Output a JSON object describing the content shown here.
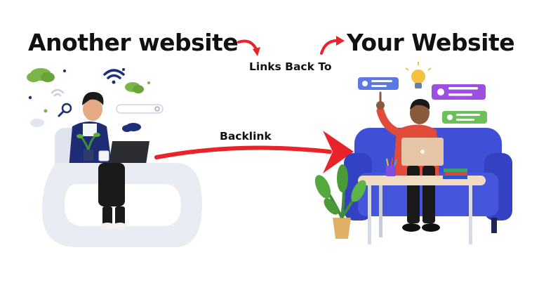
{
  "headings": {
    "left": "Another website",
    "right": "Your Website"
  },
  "labels": {
    "links_back_to": "Links Back To",
    "backlink": "Backlink"
  },
  "colors": {
    "arrow_red": "#e8232a",
    "sofa_blue": "#3f4fd6",
    "card_blue": "#5a79e6",
    "card_purple": "#9d4fe0",
    "card_green": "#6cc05a",
    "desk_white": "#eef0f4",
    "cloud_green": "#7ab648",
    "wifi_navy": "#1f2e7a",
    "shirt_red": "#e04b3a",
    "shirt_navy": "#1d2c74"
  },
  "icons": [
    "cloud-icon",
    "wifi-icon",
    "search-bar-icon",
    "magnifier-icon",
    "lightbulb-icon",
    "user-card-icon",
    "arrow-icon",
    "plant-icon",
    "laptop-icon",
    "books-icon",
    "pencil-cup-icon"
  ]
}
